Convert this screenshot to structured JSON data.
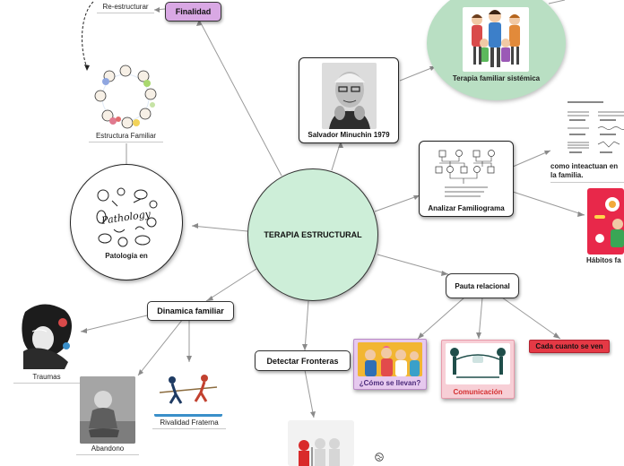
{
  "center": {
    "label": "TERAPIA ESTRUCTURAL"
  },
  "nodes": {
    "finalidad": "Finalidad",
    "re_estructurar": "Re-estructurar",
    "estructura_familiar": "Estructura Familiar",
    "patologia": "Patología en",
    "pathology_art_text": "Pathology",
    "salvador": "Salvador Minuchin 1979",
    "terapia_sistemica": "Terapia familiar sistémica",
    "familiograma": "Analizar Familiograma",
    "interactuan": "como inteactuan en la familia.",
    "habitos": "Hábitos fa",
    "pauta": "Pauta relacional",
    "cada_cuanto": "Cada cuanto se ven",
    "como_llevan": "¿Cómo se llevan?",
    "comunicacion": "Comunicación",
    "detectar": "Detectar Fronteras",
    "dinamica": "Dinamica familiar",
    "traumas": "Traumas",
    "rivalidad": "Rivalidad Fraterna",
    "abandono": "Abandono"
  },
  "icons": [
    "globe-icon"
  ],
  "colors": {
    "center_fill": "#cdeed8",
    "finalidad_fill": "#d9a8e4",
    "sistemica_fill": "#b9dfc3",
    "cada_cuanto_fill": "#e53945",
    "como_llevan_fill": "#e6c9ee",
    "comunicacion_fill": "#f7cfd6",
    "link_color": "#9a9a9a"
  }
}
